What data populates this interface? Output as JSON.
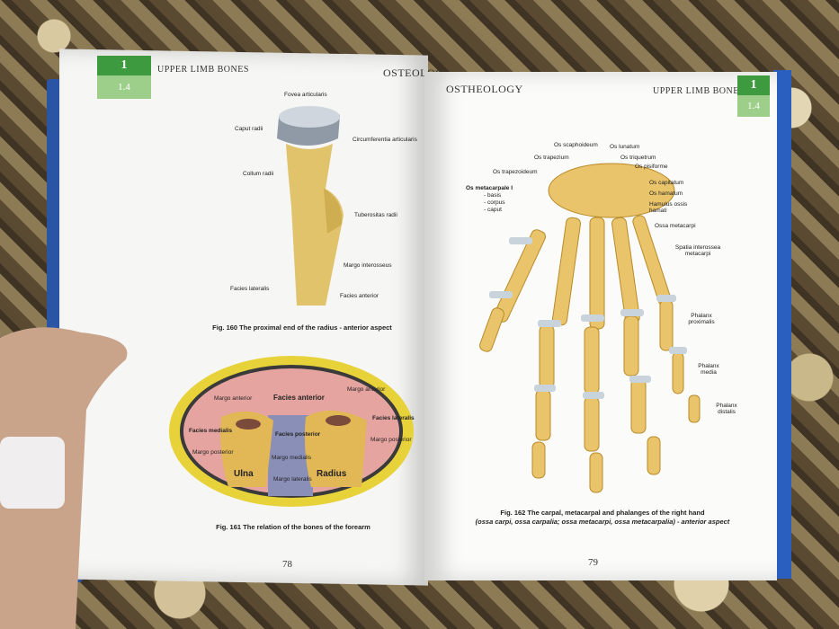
{
  "left_page": {
    "tab_number": "1",
    "tab_section": "1.4",
    "header_left": "UPPER LIMB BONES",
    "header_right": "OSTEOLOG",
    "fig160": {
      "labels": {
        "fovea": "Fovea articularis",
        "caput": "Caput radii",
        "circ": "Circumferentia articularis",
        "collum": "Collum radii",
        "tuber": "Tuberositas radii",
        "margo_int": "Margo interosseus",
        "fac_lat": "Facies lateralis",
        "fac_ant": "Facies anterior"
      },
      "caption": "Fig. 160 The proximal end of the radius - anterior aspect"
    },
    "fig161": {
      "labels": {
        "facies_anterior": "Facies anterior",
        "margo_ant_l": "Margo anterior",
        "margo_ant_r": "Margo anterior",
        "fac_med": "Facies medialis",
        "fac_lat": "Facies lateralis",
        "fac_post": "Facies posterior",
        "margo_post_l": "Margo posterior",
        "margo_post_r": "Margo posterior",
        "margo_med": "Margo medialis",
        "margo_lat": "Margo lateralis",
        "ulna": "Ulna",
        "radius": "Radius"
      },
      "caption": "Fig. 161 The relation of the bones of the forearm"
    },
    "page_number": "78"
  },
  "right_page": {
    "header_left": "OSTHEOLOGY",
    "header_right": "UPPER LIMB BONES",
    "tab_number": "1",
    "tab_section": "1.4",
    "labels": {
      "scaphoideum": "Os scaphoideum",
      "lunatum": "Os lunatum",
      "trapezium": "Os trapezium",
      "triquetrum": "Os triquetrum",
      "pisiforme": "Os pisiforme",
      "trapezoideum": "Os trapezoideum",
      "capitatum": "Os capitatum",
      "metacarpale": "Os metacarpale I",
      "hamatum": "Os hamatum",
      "basis": "- basis",
      "corpus": "- corpus",
      "caput": "- caput",
      "hamulus": "Hamulus ossis hamati",
      "ossa_meta": "Ossa metacarpi",
      "spatia": "Spatia interossea metacarpi",
      "phal_prox": "Phalanx proximalis",
      "phal_media": "Phalanx media",
      "phal_dist": "Phalanx distalis"
    },
    "caption_line1": "Fig. 162 The carpal, metacarpal and phalanges of the right hand",
    "caption_line2": "(ossa carpi, ossa carpalia; ossa metacarpi, ossa metacarpalia) - anterior aspect",
    "page_number": "79"
  },
  "colors": {
    "tab_dark": "#3e9a3e",
    "tab_light": "#9dcf8a",
    "bone": "#e9c46a",
    "cartilage": "#c9d3dc",
    "book_cover": "#2a5fbf"
  }
}
